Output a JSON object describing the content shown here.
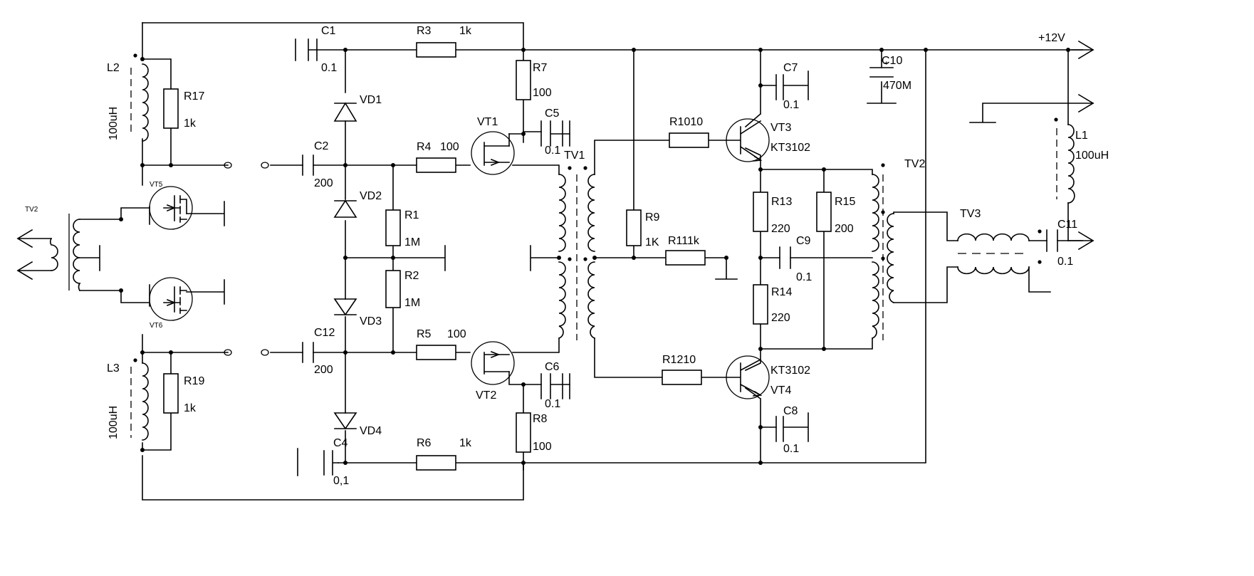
{
  "rails": {
    "supply": "+12V"
  },
  "transformers": {
    "tv1": "TV1",
    "tv2": "TV2",
    "tv2_input": "TV2",
    "tv3": "TV3"
  },
  "inductors": {
    "l1": {
      "name": "L1",
      "value": "100uH"
    },
    "l2": {
      "name": "L2",
      "value": "100uH"
    },
    "l3": {
      "name": "L3",
      "value": "100uH"
    }
  },
  "capacitors": {
    "c1": {
      "name": "C1",
      "value": "0.1"
    },
    "c2": {
      "name": "C2",
      "value": "200"
    },
    "c4": {
      "name": "C4",
      "value": "0,1"
    },
    "c5": {
      "name": "C5",
      "value": "0.1"
    },
    "c6": {
      "name": "C6",
      "value": "0.1"
    },
    "c7": {
      "name": "C7",
      "value": "0.1"
    },
    "c8": {
      "name": "C8",
      "value": "0.1"
    },
    "c9": {
      "name": "C9",
      "value": "0.1"
    },
    "c10": {
      "name": "C10",
      "value": "470M"
    },
    "c11": {
      "name": "C11",
      "value": "0.1"
    },
    "c12": {
      "name": "C12",
      "value": "200"
    }
  },
  "resistors": {
    "r1": {
      "name": "R1",
      "value": "1M"
    },
    "r2": {
      "name": "R2",
      "value": "1M"
    },
    "r3": {
      "name": "R3",
      "value": "1k"
    },
    "r4": {
      "name": "R4",
      "value": "100"
    },
    "r5": {
      "name": "R5",
      "value": "100"
    },
    "r6": {
      "name": "R6",
      "value": "1k"
    },
    "r7": {
      "name": "R7",
      "value": "100"
    },
    "r8": {
      "name": "R8",
      "value": "100"
    },
    "r9": {
      "name": "R9",
      "value": "1K"
    },
    "r10": {
      "label": "R1010"
    },
    "r11": {
      "label": "R111k"
    },
    "r12": {
      "label": "R1210"
    },
    "r13": {
      "name": "R13",
      "value": "220"
    },
    "r14": {
      "name": "R14",
      "value": "220"
    },
    "r15": {
      "name": "R15",
      "value": "200"
    },
    "r17": {
      "name": "R17",
      "value": "1k"
    },
    "r19": {
      "name": "R19",
      "value": "1k"
    }
  },
  "diodes": {
    "vd1": "VD1",
    "vd2": "VD2",
    "vd3": "VD3",
    "vd4": "VD4"
  },
  "transistors": {
    "vt1": {
      "name": "VT1"
    },
    "vt2": {
      "name": "VT2"
    },
    "vt3": {
      "name": "VT3",
      "type": "KT3102"
    },
    "vt4": {
      "name": "VT4",
      "type": "KT3102"
    },
    "vt5": {
      "name": "VT5"
    },
    "vt6": {
      "name": "VT6"
    }
  }
}
